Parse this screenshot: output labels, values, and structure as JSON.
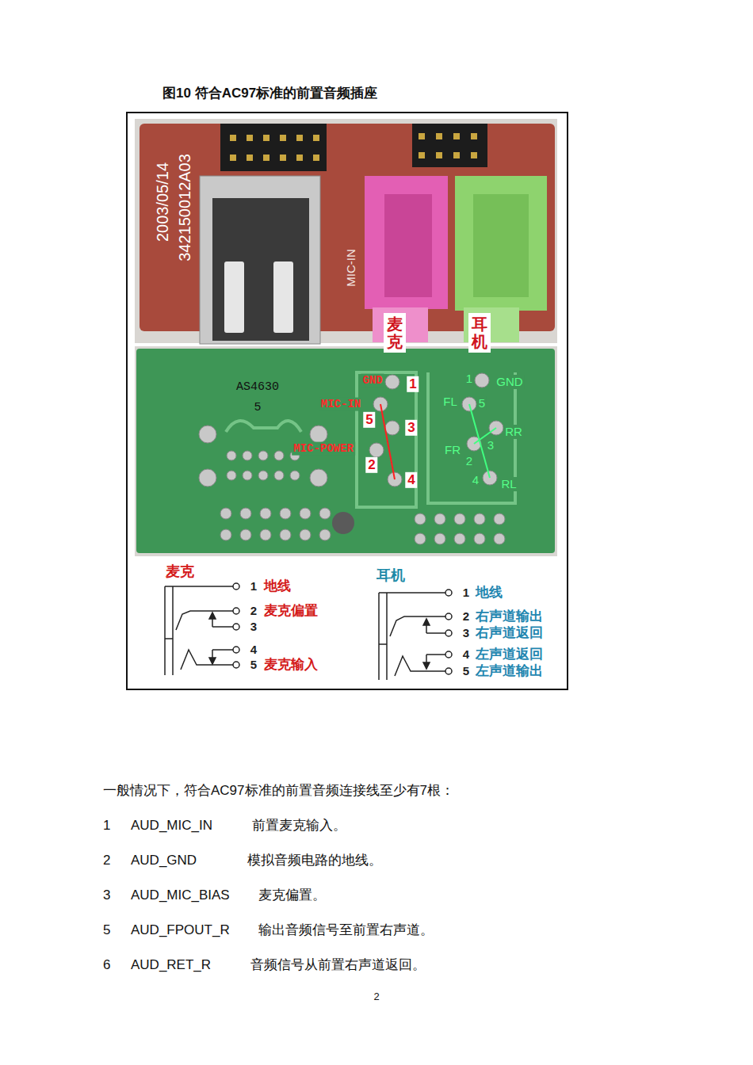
{
  "diagram": {
    "title": "图10 符合AC97标准的前置音频插座",
    "labels": [
      "2003/05/14",
      "342150012A03",
      "MIC-IN",
      "麦克",
      "耳机",
      "AS4630",
      "5",
      "GND",
      "1",
      "MIC-IN",
      "5",
      "3",
      "MIC-POWER",
      "2",
      "4",
      "1",
      "GND",
      "FL",
      "5",
      "RR",
      "3",
      "FR",
      "2",
      "4",
      "RL",
      "麦克",
      "1",
      "地线",
      "2",
      "麦克偏置",
      "3",
      "4",
      "5",
      "麦克输入",
      "耳机",
      "1",
      "地线",
      "2",
      "右声道输出",
      "3",
      "右声道返回",
      "4",
      "左声道返回",
      "5",
      "左声道输出",
      "一般情况下，符合AC97标准的前置音频连接线至少有7根：",
      "1",
      "AUD_MIC_IN",
      "前置麦克输入。",
      "2",
      "AUD_GND",
      "模拟音频电路的地线。",
      "3",
      "AUD_MIC_BIAS",
      "麦克偏置。",
      "5",
      "AUD_FPOUT_R",
      "输出音频信号至前置右声道。",
      "6",
      "AUD_RET_R",
      "音频信号从前置右声道返回。",
      "2"
    ]
  }
}
